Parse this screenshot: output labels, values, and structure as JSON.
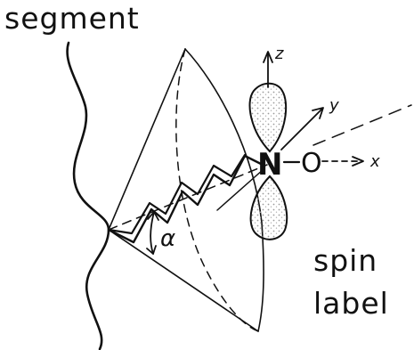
{
  "labels": {
    "segment": "segment",
    "spin": "spin",
    "label": "label",
    "nitrogen": "N",
    "oxygen": "O",
    "axis_x": "x",
    "axis_y": "y",
    "axis_z": "z",
    "angle": "α"
  },
  "colors": {
    "ink": "#111111",
    "background": "#ffffff",
    "stipple": "#9a9a9a"
  }
}
